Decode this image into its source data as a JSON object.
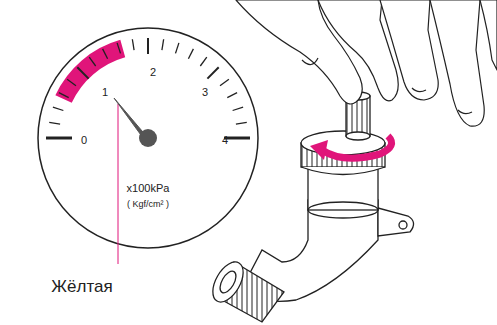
{
  "diagram": {
    "labels": [
      "0",
      "1",
      "2",
      "3",
      "4",
      "x100kPa",
      "( Kgf/cm² )",
      "Жёлтая"
    ]
  }
}
